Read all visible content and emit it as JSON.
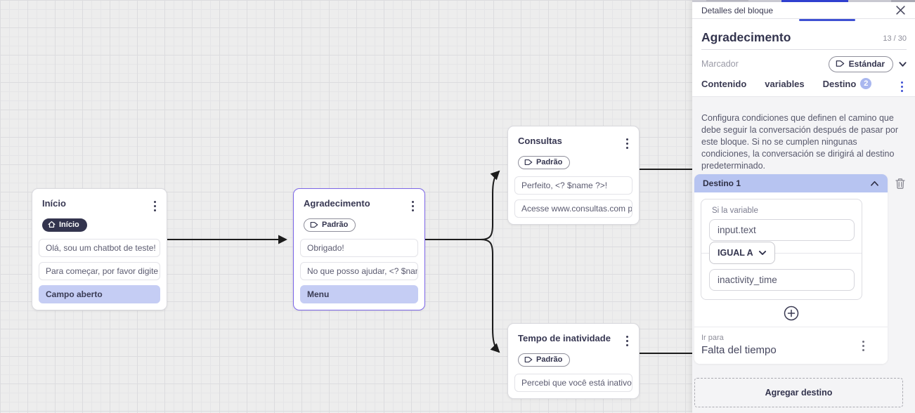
{
  "nodes": [
    {
      "title": "Início",
      "badge": "Início",
      "messages": [
        "Olá, sou um chatbot de teste!",
        "Para começar, por favor digite o ...",
        "Campo aberto"
      ]
    },
    {
      "title": "Agradecimento",
      "badge": "Padrão",
      "messages": [
        "Obrigado!",
        "No que posso ajudar, <? $name ...",
        "Menu"
      ]
    },
    {
      "title": "Consultas",
      "badge": "Padrão",
      "messages": [
        "Perfeito, <? $name ?>!",
        "Acesse www.consultas.com par..."
      ]
    },
    {
      "title": "Tempo de inatividade",
      "badge": "Padrão",
      "messages": [
        "Percebi que você está inativo. C..."
      ]
    }
  ],
  "panel": {
    "header_title": "Detalles del bloque",
    "block_name": "Agradecimento",
    "char_count": "13 / 30",
    "marcador_label": "Marcador",
    "marcador_value": "Estándar",
    "tabs": [
      {
        "label": "Contenido"
      },
      {
        "label": "variables"
      },
      {
        "label": "Destino",
        "badge": "2"
      }
    ],
    "description": "Configura condiciones que definen el camino que debe seguir la conversación después de pasar por este bloque. Si no se cumplen ningunas condiciones, la conversación se dirigirá al destino predeterminado.",
    "destino": {
      "title": "Destino 1",
      "condition_label": "Si la variable",
      "variable_value": "input.text",
      "operator": "IGUAL A",
      "compare_value": "inactivity_time",
      "goto_label": "Ir para",
      "goto_value": "Falta del tiempo"
    },
    "add_button": "Agregar destino"
  },
  "colors": {
    "accent_blue": "#3f51d3",
    "selection_purple": "#7c66e8",
    "highlight_blue": "#c5cdf4",
    "badge_dark": "#33344e",
    "destino_header": "#b7c4f1"
  }
}
